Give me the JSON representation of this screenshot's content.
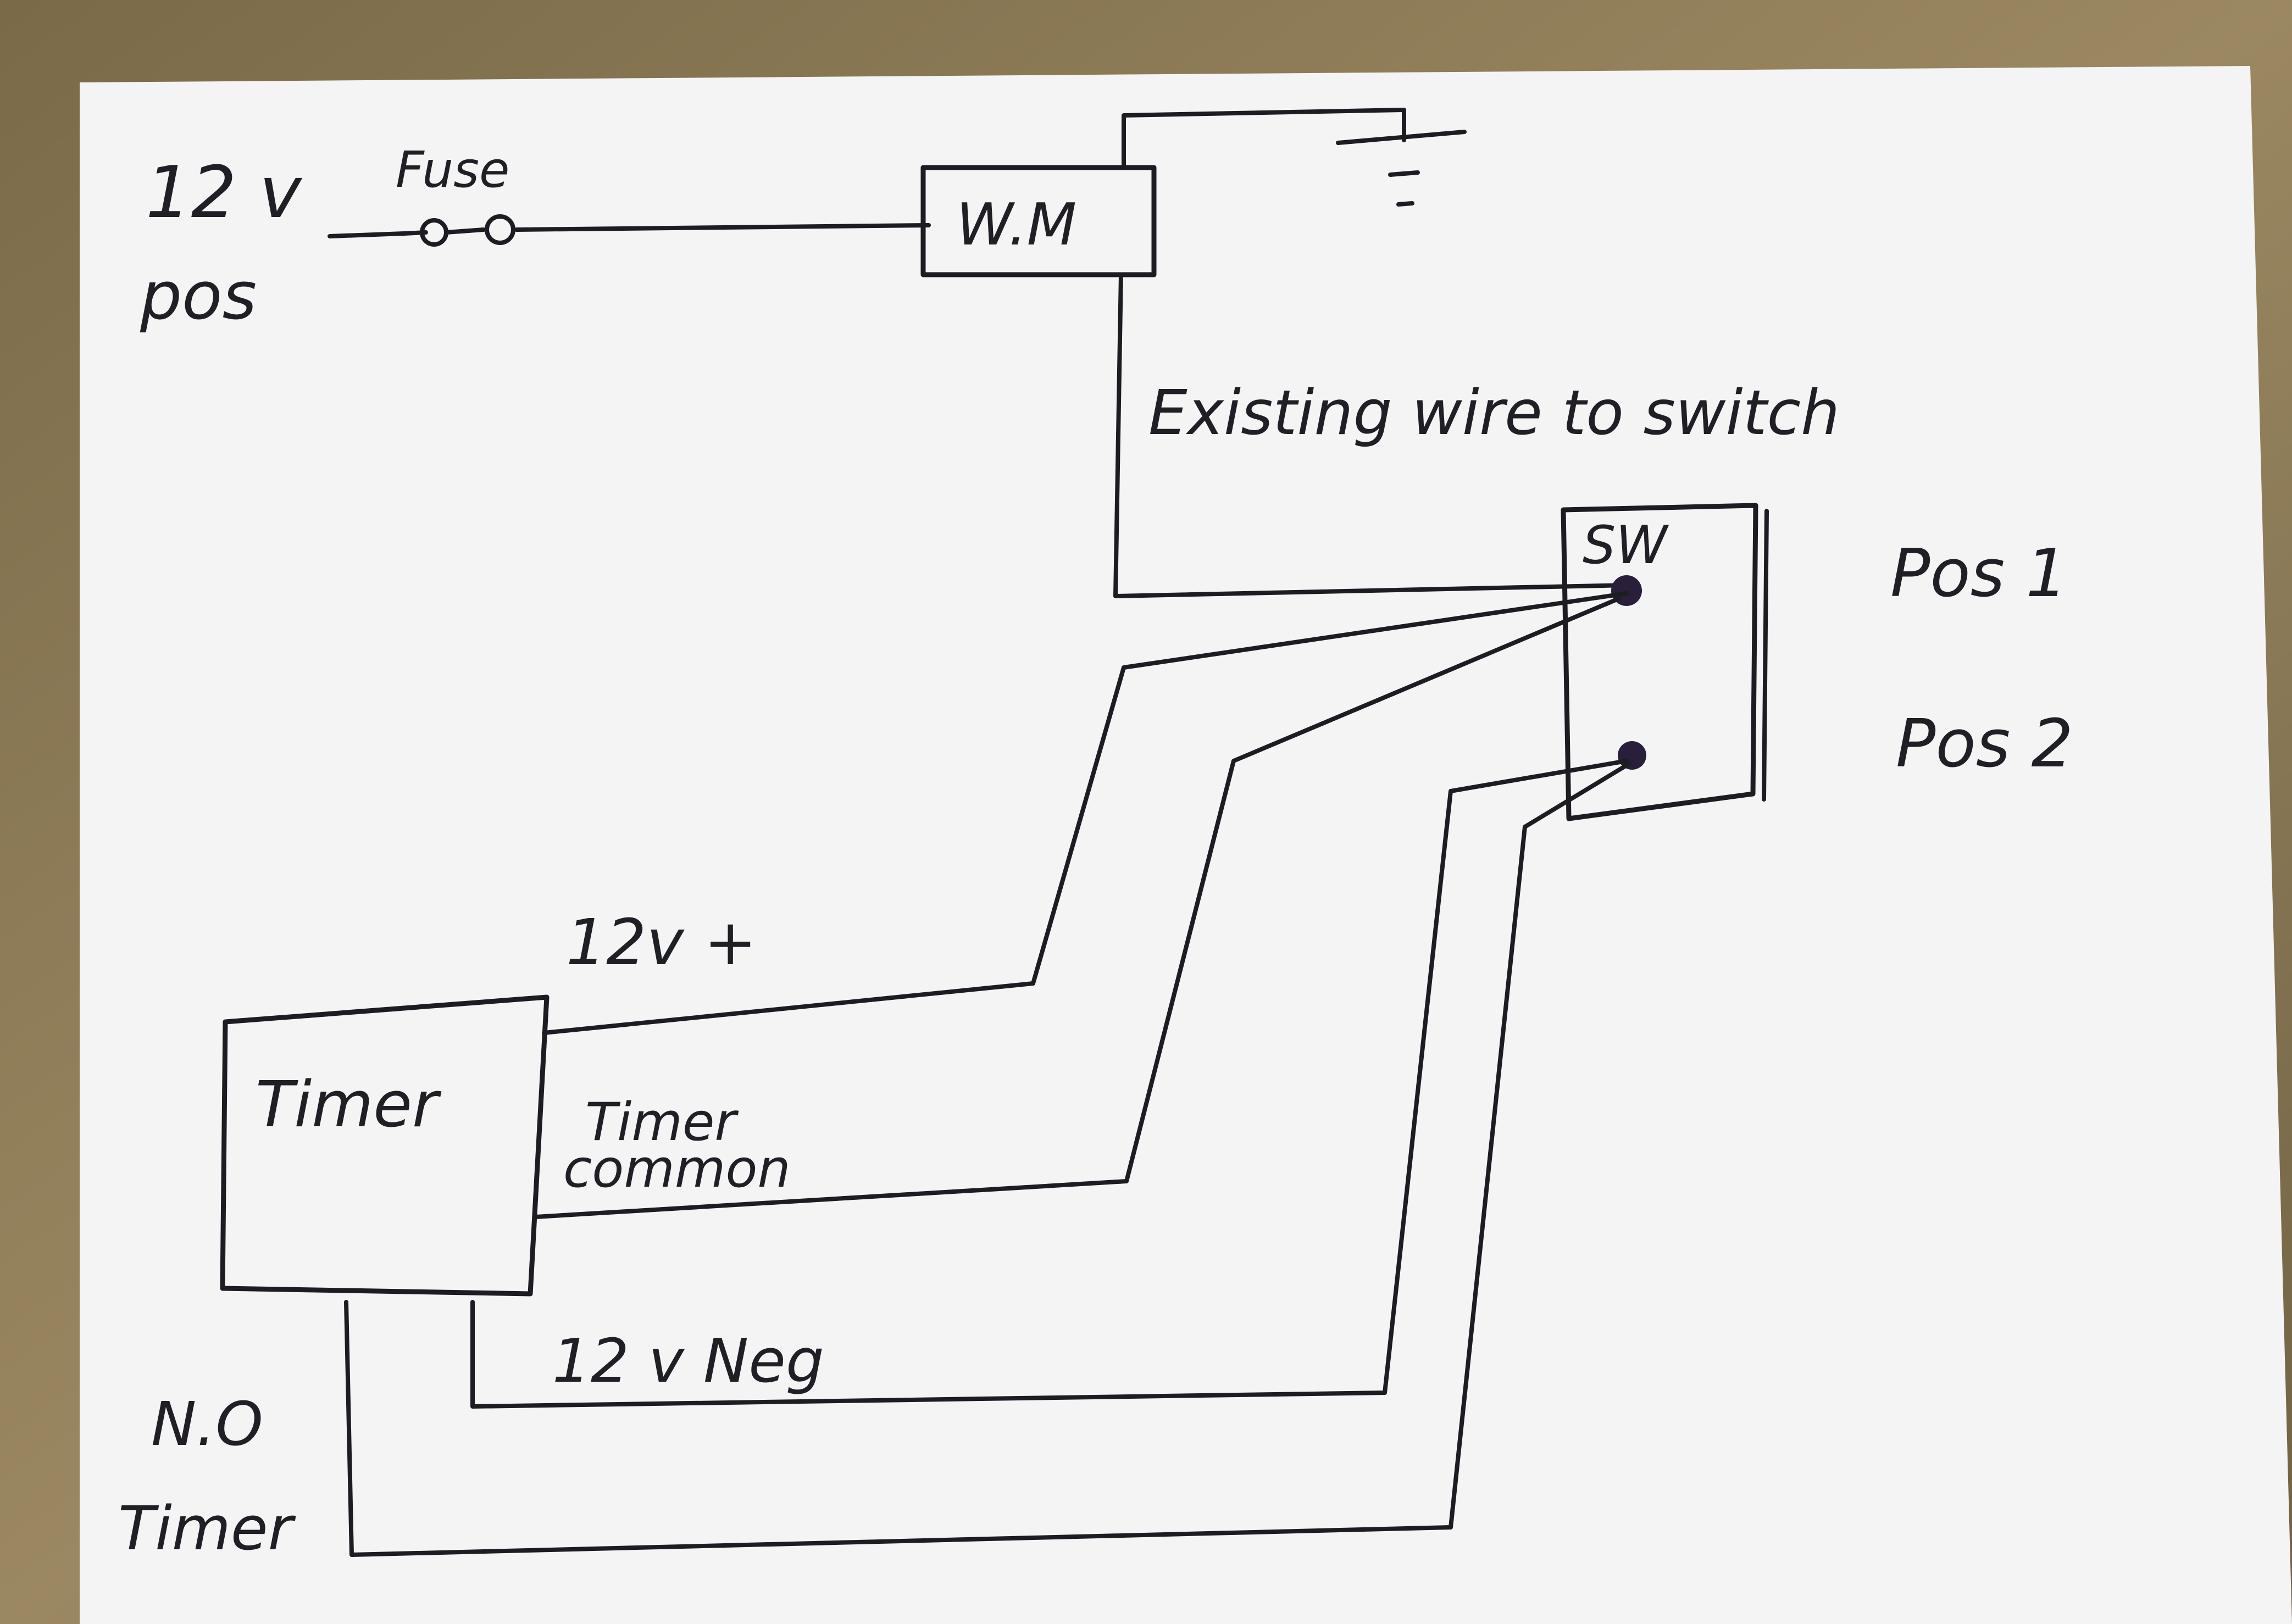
{
  "labels": {
    "supply_voltage": "12 v",
    "supply_polarity": "pos",
    "fuse": "Fuse",
    "wm": "W.M",
    "existing_wire": "Existing wire to switch",
    "switch": "SW",
    "pos1": "Pos 1",
    "pos2": "Pos 2",
    "timer_pos": "12v +",
    "timer": "Timer",
    "timer_common_1": "Timer",
    "timer_common_2": "common",
    "timer_neg": "12 v Neg",
    "no_1": "N.O",
    "no_2": "Timer"
  },
  "colors": {
    "ink": "#1c1c22",
    "paper": "#f4f4f5",
    "surface": "#8d7a55"
  }
}
